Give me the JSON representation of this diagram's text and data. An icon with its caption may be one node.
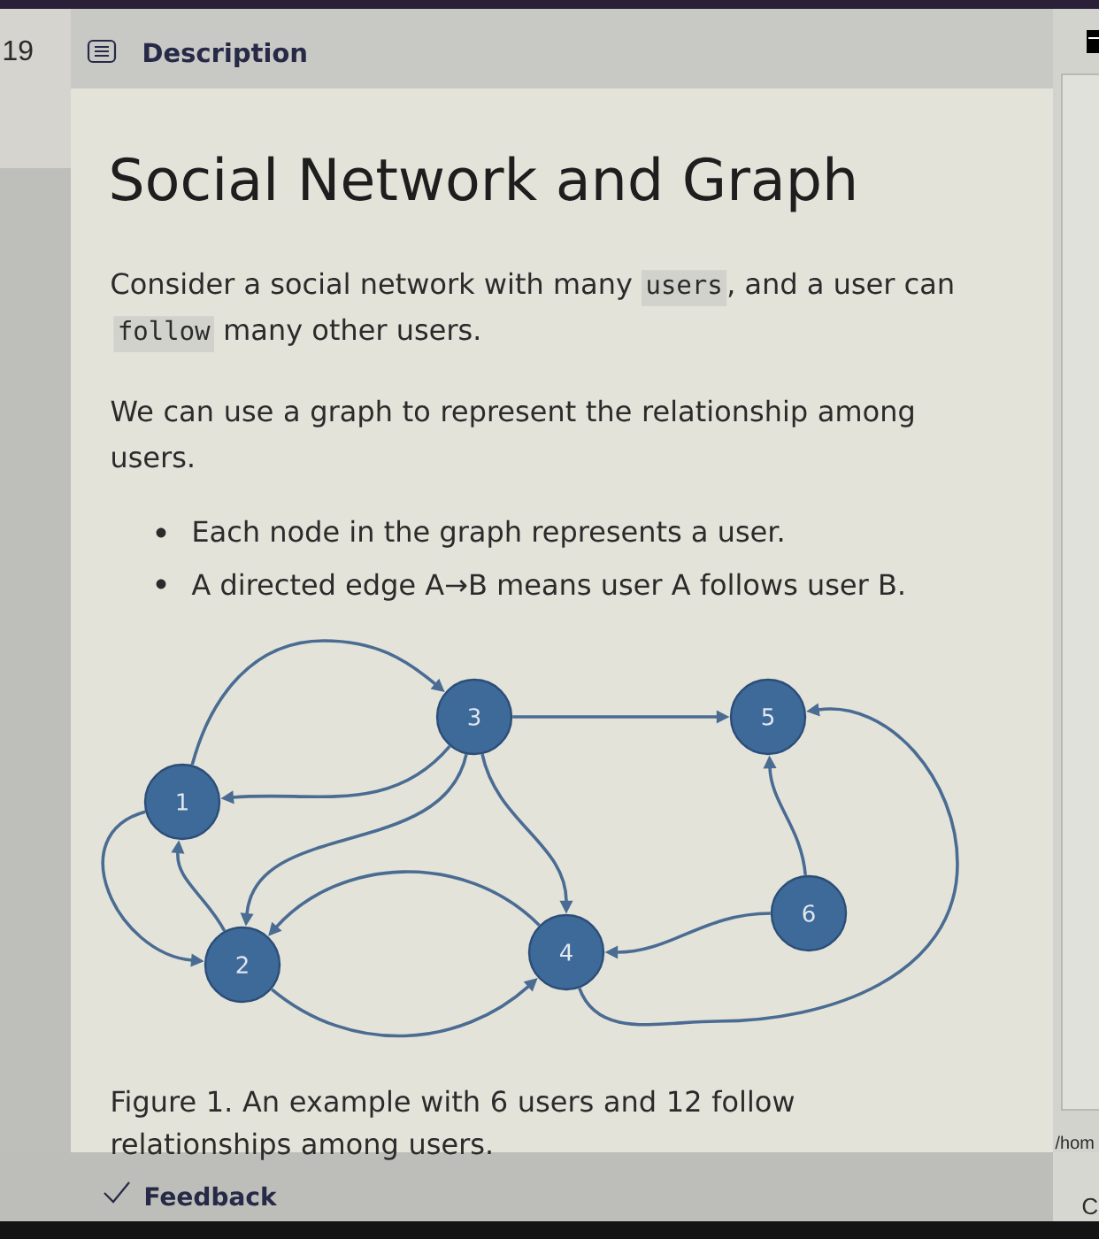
{
  "diagram": {
    "title": "Social Network and Graph",
    "caption": "Figure 1. An example with 6 users and 12 follow relationships among users.",
    "nodes": [
      {
        "text": [
          "1"
        ]
      },
      {
        "text": [
          "2"
        ]
      },
      {
        "text": [
          "3"
        ]
      },
      {
        "text": [
          "4"
        ]
      },
      {
        "text": [
          "5"
        ]
      },
      {
        "text": [
          "6"
        ]
      }
    ],
    "edges": [
      {
        "from": 0,
        "to": 2,
        "arrow": "to"
      },
      {
        "from": 2,
        "to": 0,
        "arrow": "to"
      },
      {
        "from": 2,
        "to": 4,
        "arrow": "to"
      },
      {
        "from": 2,
        "to": 1,
        "arrow": "to"
      },
      {
        "from": 2,
        "to": 3,
        "arrow": "to"
      },
      {
        "from": 0,
        "to": 1,
        "arrow": "to"
      },
      {
        "from": 1,
        "to": 0,
        "arrow": "to"
      },
      {
        "from": 3,
        "to": 1,
        "arrow": "to"
      },
      {
        "from": 1,
        "to": 3,
        "arrow": "to"
      },
      {
        "from": 5,
        "to": 4,
        "arrow": "to"
      },
      {
        "from": 5,
        "to": 3,
        "arrow": "to"
      },
      {
        "from": 3,
        "to": 4,
        "arrow": "to"
      }
    ],
    "labels": [
      "19",
      "Description",
      "Consider a social network with many",
      "users",
      ", and a user can",
      "follow",
      "many other users.",
      "We can use a graph to represent the relationship among users.",
      "Each node in the graph represents a user.",
      "A directed edge A→B means user A follows user B.",
      "/hom",
      "Feedback",
      "C"
    ]
  }
}
